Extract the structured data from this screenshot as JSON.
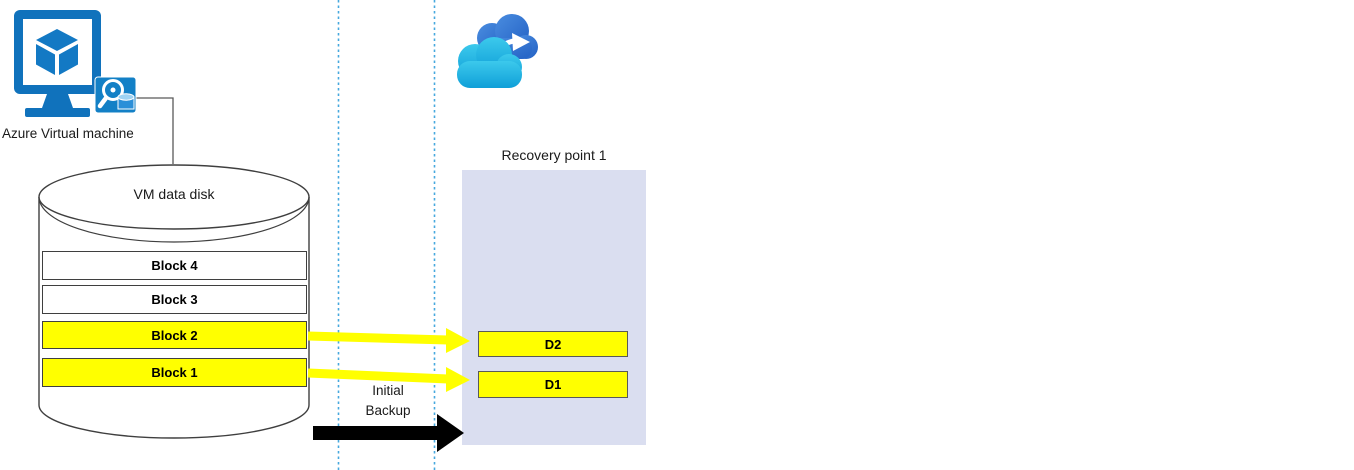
{
  "vm": {
    "label": "Azure Virtual machine"
  },
  "disk": {
    "title": "VM data disk",
    "blocks": [
      {
        "label": "Block 4",
        "highlighted": false
      },
      {
        "label": "Block 3",
        "highlighted": false
      },
      {
        "label": "Block 2",
        "highlighted": true
      },
      {
        "label": "Block 1",
        "highlighted": true
      }
    ]
  },
  "transfer": {
    "label_line1": "Initial",
    "label_line2": "Backup"
  },
  "recovery_point": {
    "title": "Recovery point 1",
    "chunks": [
      {
        "label": "D2"
      },
      {
        "label": "D1"
      }
    ]
  },
  "icons": {
    "vm_icon": "azure-virtual-machine-icon",
    "disk_badge_icon": "azure-disk-backup-icon",
    "cloud_icon": "azure-backup-cloud-icon"
  },
  "colors": {
    "highlight_yellow": "#ffff00",
    "recovery_background": "#dadef0",
    "guide_line_blue": "#46a8de",
    "azure_blue": "#1072bc",
    "cloud_front_cyan": "#1ab0e0",
    "cloud_back_blue": "#2f74d3",
    "arrow_black": "#000000",
    "outline_gray": "#3f3f3f"
  }
}
